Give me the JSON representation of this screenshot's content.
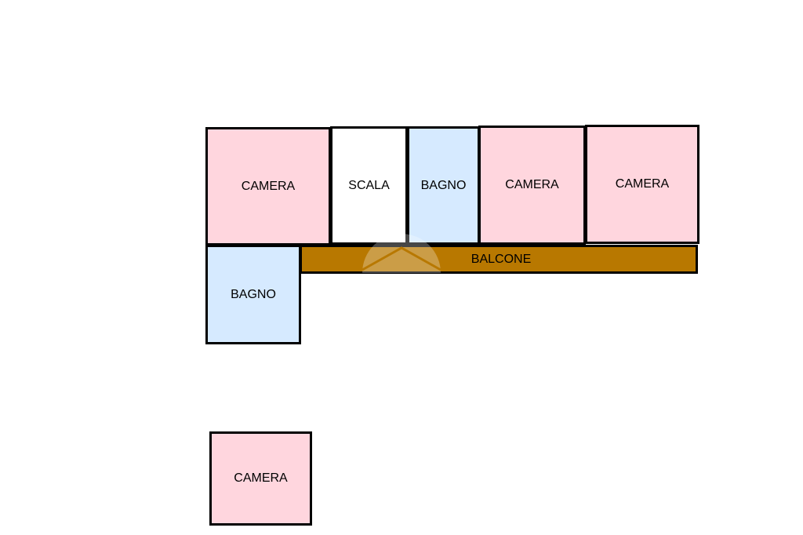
{
  "colors": {
    "camera": "#ffd6de",
    "bagno": "#d6eaff",
    "scala": "#ffffff",
    "balcone": "#b87800",
    "wall": "#000000"
  },
  "rooms": {
    "camera_1": "CAMERA",
    "scala": "SCALA",
    "bagno_1": "BAGNO",
    "camera_2": "CAMERA",
    "camera_3": "CAMERA",
    "balcone": "BALCONE",
    "bagno_2": "BAGNO",
    "camera_4": "CAMERA"
  },
  "watermark_icon": "house-roof-icon"
}
